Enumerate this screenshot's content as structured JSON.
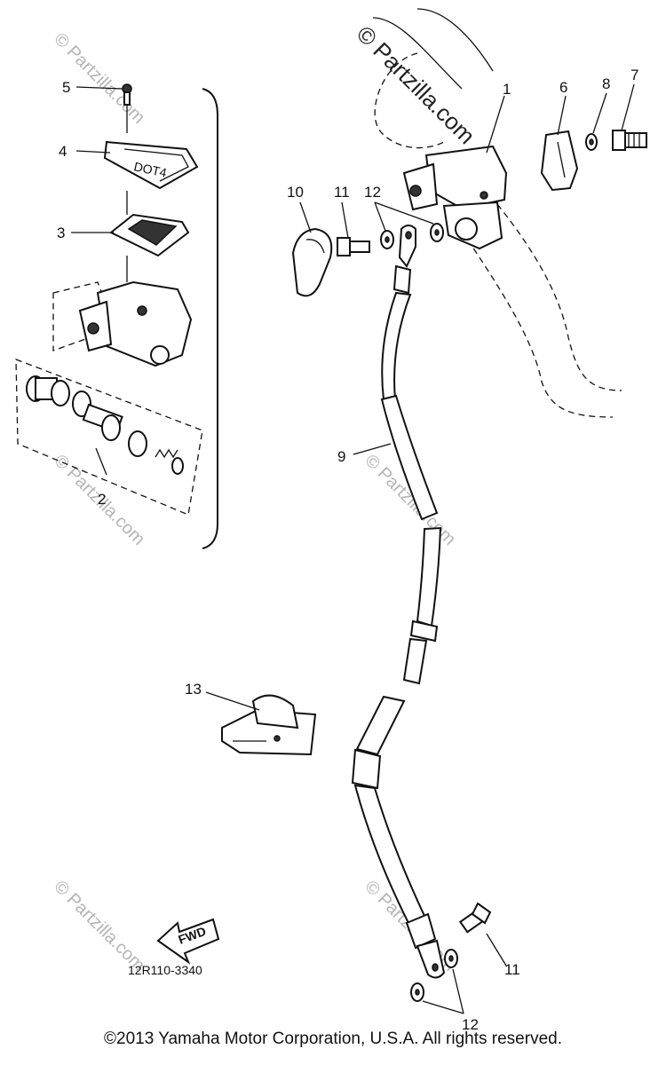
{
  "callouts": {
    "c1": "1",
    "c2": "2",
    "c3": "3",
    "c4": "4",
    "c5": "5",
    "c6": "6",
    "c7": "7",
    "c8": "8",
    "c9": "9",
    "c10": "10",
    "c11a": "11",
    "c12a": "12",
    "c11b": "11",
    "c12b": "12",
    "c13": "13"
  },
  "diagram_code": "12R110-3340",
  "fwd_label": "FWD",
  "reservoir_cap_text": "DOT4",
  "watermark": "© Partzilla.com",
  "copyright": "©2013  Yamaha Motor Corporation, U.S.A. All rights reserved."
}
